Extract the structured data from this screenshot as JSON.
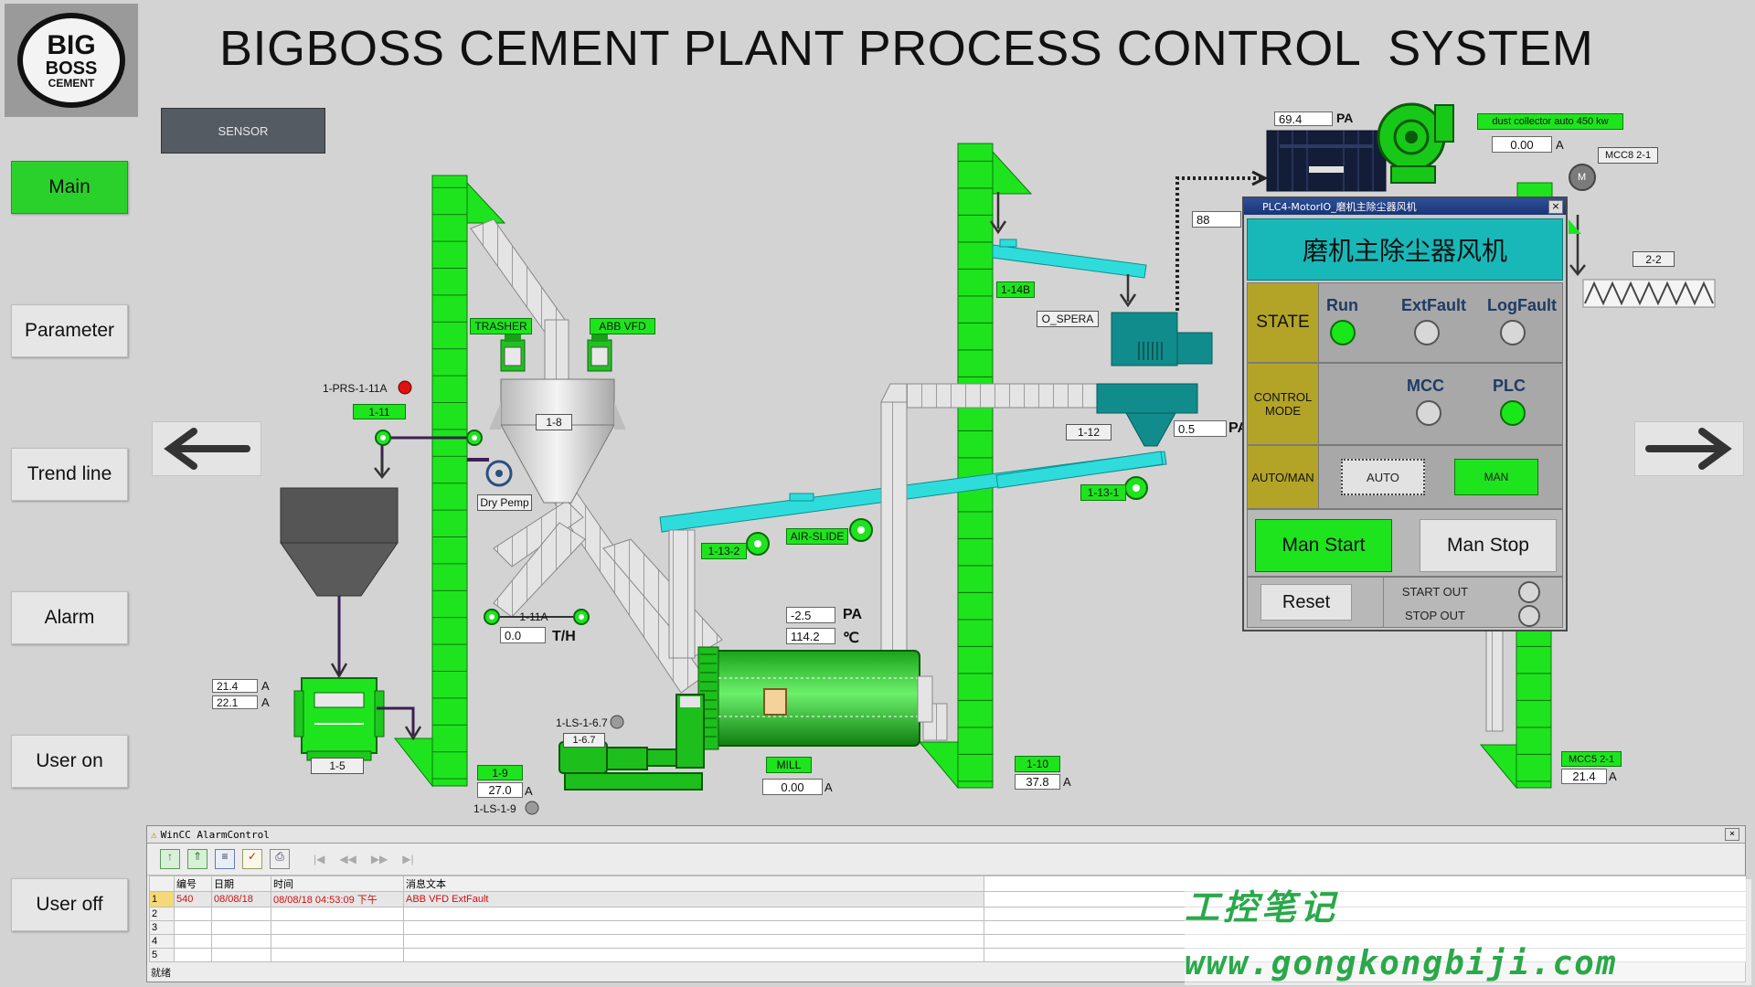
{
  "header": {
    "title": "BIGBOSS CEMENT PLANT PROCESS CONTROL  SYSTEM",
    "logo": {
      "line1": "BIG",
      "line2": "BOSS",
      "line3": "CEMENT"
    }
  },
  "sensor_button": "SENSOR",
  "nav": [
    {
      "label": "Main",
      "active": true
    },
    {
      "label": "Parameter",
      "active": false
    },
    {
      "label": "Trend line",
      "active": false
    },
    {
      "label": "Alarm",
      "active": false
    },
    {
      "label": "User on",
      "active": false
    },
    {
      "label": "User off",
      "active": false
    }
  ],
  "equipment": {
    "prs": "1-PRS-1-11A",
    "tag_1_11": "1-11",
    "trasher": "TRASHER",
    "abb_vfd": "ABB VFD",
    "tag_1_8": "1-8",
    "dry_pemp": "Dry Pemp",
    "tag_1_11a": "1-11A",
    "th_value": "0.0",
    "th_unit": "T/H",
    "tag_1_13_2": "1-13-2",
    "air_slide": "AIR-SLIDE",
    "pa_value": "-2.5",
    "pa_unit": "PA",
    "temp_value": "114.2",
    "temp_unit": "℃",
    "tag_1_14b": "1-14B",
    "o_spera": "O_SPERA",
    "tag_1_12": "1-12",
    "sep_value": "0.5",
    "sep_unit": "PA",
    "tag_1_13_1": "1-13-1",
    "feed_amp1": "21.4",
    "feed_amp2": "22.1",
    "amp_unit": "A",
    "tag_1_5": "1-5",
    "tag_1_9": "1-9",
    "amp_1_9": "27.0",
    "ls_1_9": "1-LS-1-9",
    "ls_1_6_7": "1-LS-1-6.7",
    "tag_1_6_7": "1-6.7",
    "mill": "MILL",
    "mill_amp": "0.00",
    "tag_1_10": "1-10",
    "amp_1_10": "37.8",
    "dust_pa_value": "69.4",
    "dust_pa_unit": "PA",
    "duct_value": "88",
    "dust_collector": "dust collector auto 450 kw",
    "dust_amp": "0.00",
    "mcc8": "MCC8 2-1",
    "motor_m": "M",
    "tag_2_2": "2-2",
    "mcc5": "MCC5 2-1",
    "mcc5_amp": "21.4"
  },
  "popup": {
    "window_title": "PLC4-MotorIO_磨机主除尘器风机",
    "heading": "磨机主除尘器风机",
    "state_label": "STATE",
    "run": "Run",
    "extfault": "ExtFault",
    "logfault": "LogFault",
    "control_mode_label": "CONTROL MODE",
    "mcc": "MCC",
    "plc": "PLC",
    "auto_man_label": "AUTO/MAN",
    "auto": "AUTO",
    "man": "MAN",
    "man_start": "Man Start",
    "man_stop": "Man Stop",
    "reset": "Reset",
    "start_out": "START OUT",
    "stop_out": "STOP OUT",
    "close": "×"
  },
  "alarm": {
    "window_title": "WinCC AlarmControl",
    "columns": [
      "编号",
      "日期",
      "时间",
      "消息文本"
    ],
    "rows": [
      {
        "n": "1",
        "id": "540",
        "date": "08/08/18",
        "time": "08/08/18 04:53:09 下午",
        "text": "ABB VFD ExtFault"
      },
      {
        "n": "2",
        "id": "",
        "date": "",
        "time": "",
        "text": ""
      },
      {
        "n": "3",
        "id": "",
        "date": "",
        "time": "",
        "text": ""
      },
      {
        "n": "4",
        "id": "",
        "date": "",
        "time": "",
        "text": ""
      },
      {
        "n": "5",
        "id": "",
        "date": "",
        "time": "",
        "text": ""
      }
    ],
    "status": "就绪"
  },
  "watermark": {
    "line1": "工控笔记",
    "line2": "www.gongkongbiji.com"
  },
  "colors": {
    "green": "#1ee41e",
    "cyan": "#2fdcdc",
    "olive": "#b3a428",
    "gray": "#cfcfcf"
  }
}
